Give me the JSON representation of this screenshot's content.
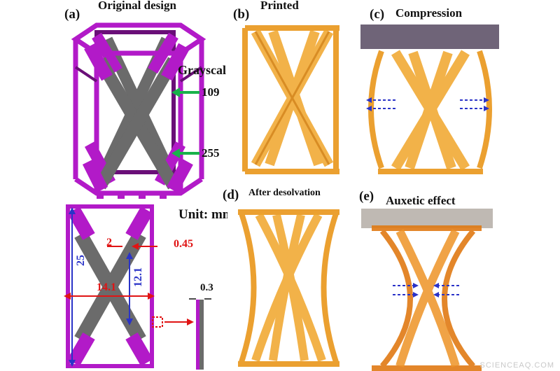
{
  "panels": {
    "a": {
      "label": "(a)",
      "title": "Original design"
    },
    "b": {
      "label": "(b)",
      "title": "Printed"
    },
    "c": {
      "label": "(c)",
      "title": "Compression"
    },
    "d": {
      "label": "(d)",
      "title": "After desolvation"
    },
    "e": {
      "label": "(e)",
      "title": "Auxetic effect"
    }
  },
  "grayscale": {
    "title": "Grayscal",
    "value_top": "109",
    "value_bottom": "255"
  },
  "dimensions": {
    "unit": "Unit: mm",
    "d_2": "2",
    "d_045": "0.45",
    "d_25": "25",
    "d_121": "12.1",
    "d_141": "14.1",
    "d_03": "0.3"
  },
  "watermark": "SCIENCEAQ.COM",
  "colors": {
    "magenta": "#b21ac8",
    "gray": "#6b6b6b",
    "amber": "#e9961a",
    "arrow_green": "#19b24a",
    "arrow_blue": "#2a33c8",
    "dim_red": "#e01414"
  }
}
